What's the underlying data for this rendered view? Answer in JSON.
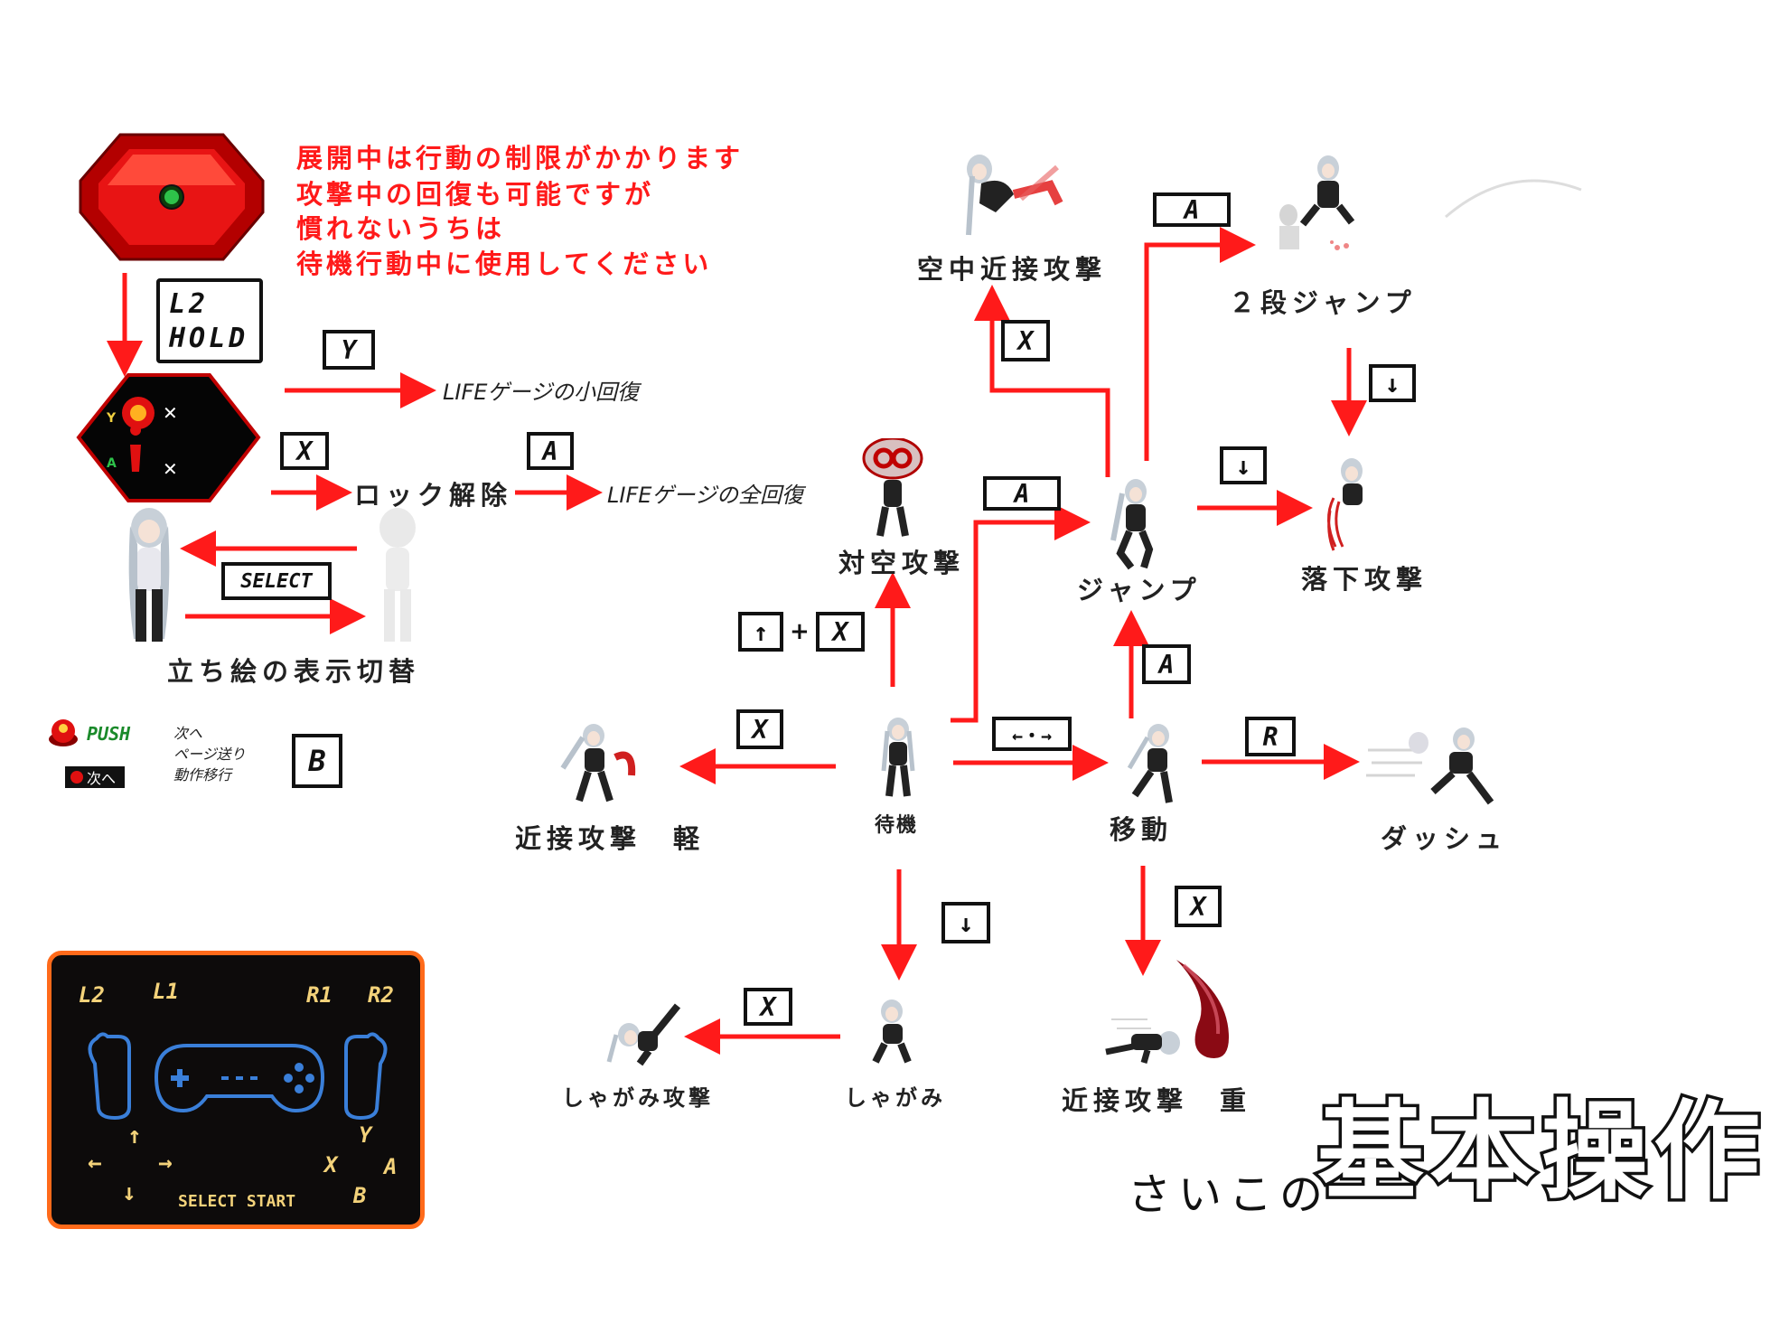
{
  "note_lines": [
    "展開中は行動の制限がかかります",
    "攻撃中の回復も可能ですが",
    "慣れないうちは",
    "待機行動中に使用してください"
  ],
  "keys": {
    "l2_hold": [
      "L2",
      "HOLD"
    ],
    "y": "Y",
    "x": "X",
    "a": "A",
    "b": "B",
    "r": "R",
    "down": "↓",
    "select": "SELECT",
    "up": "↑",
    "plus": "+",
    "left_right": "←・→"
  },
  "labels": {
    "life_small": "LIFEゲージの小回復",
    "lock_release": "ロック解除",
    "life_full": "LIFEゲージの全回復",
    "portrait_toggle": "立ち絵の表示切替",
    "air_melee": "空中近接攻撃",
    "double_jump": "２段ジャンプ",
    "anti_air": "対空攻撃",
    "jump": "ジャンプ",
    "fall_attack": "落下攻撃",
    "melee_light": "近接攻撃　軽",
    "idle": "待機",
    "move": "移動",
    "dash": "ダッシュ",
    "crouch_attack": "しゃがみ攻撃",
    "crouch": "しゃがみ",
    "melee_heavy": "近接攻撃　重"
  },
  "push_hint": {
    "push": "PUSH",
    "next_badge": "次へ",
    "lines": [
      "次へ",
      "ページ送り",
      "動作移行"
    ]
  },
  "gamepad": {
    "l2": "L2",
    "l1": "L1",
    "r1": "R1",
    "r2": "R2",
    "up": "↑",
    "left": "←",
    "right": "→",
    "down": "↓",
    "select_start": "SELECT START",
    "y": "Y",
    "x": "X",
    "a": "A",
    "b": "B"
  },
  "title": {
    "small": "さいこの",
    "big": "基本操作"
  },
  "colors": {
    "arrow": "#ff1a1a",
    "note": "#ff1a1a",
    "pad_bg": "#0d0b0b",
    "pad_border": "#ff6a1a",
    "pad_line": "#3a7fd9"
  }
}
